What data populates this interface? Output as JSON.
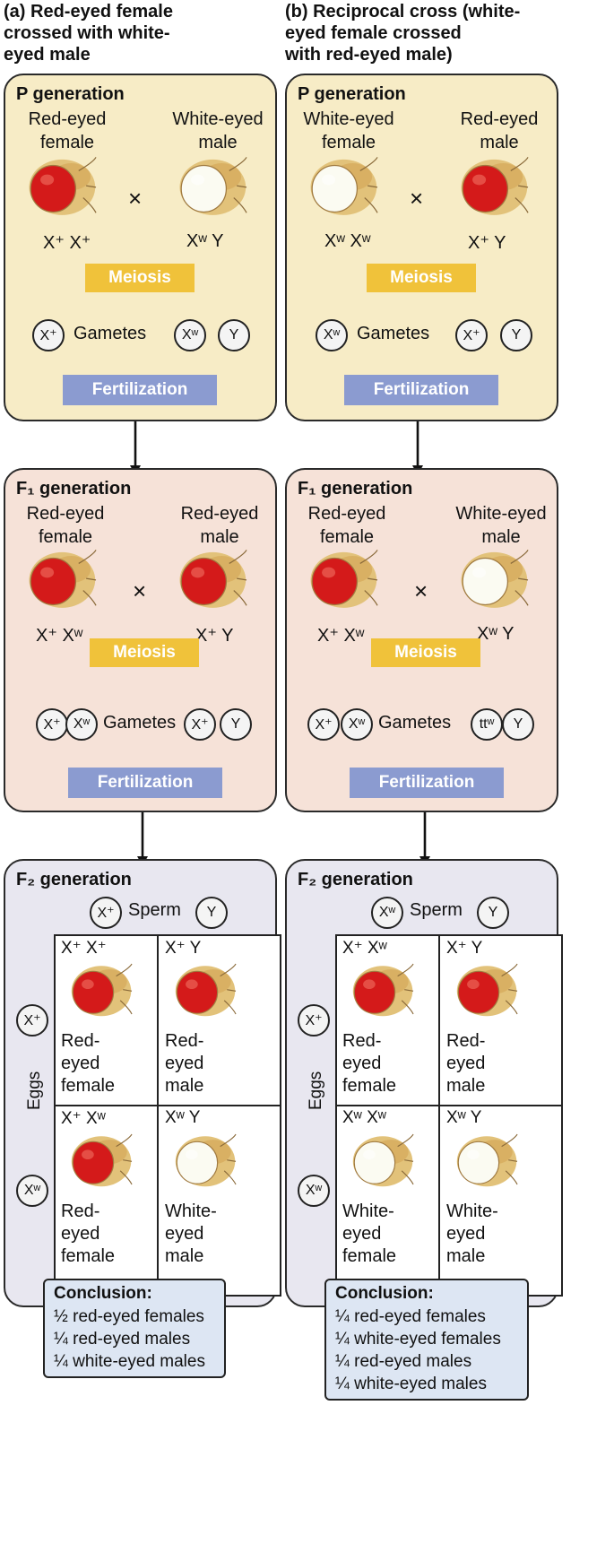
{
  "columns": [
    {
      "id": "a",
      "heading": [
        "(a)  Red-eyed female",
        "crossed with white-",
        "eyed male"
      ],
      "p": {
        "title": "P generation",
        "left_label": [
          "Red-eyed",
          "female"
        ],
        "right_label": [
          "White-eyed",
          "male"
        ],
        "left_eye": "red",
        "right_eye": "white",
        "cross": "×",
        "left_genotype": "X⁺ X⁺",
        "right_genotype": "Xʷ Y",
        "meiosis": "Meiosis",
        "gametes_label": "Gametes",
        "gametes": [
          "X⁺",
          "Xʷ",
          "Y"
        ],
        "fertilization": "Fertilization"
      },
      "f1": {
        "title": "F₁ generation",
        "left_label": [
          "Red-eyed",
          "female"
        ],
        "right_label": [
          "Red-eyed",
          "male"
        ],
        "left_eye": "red",
        "right_eye": "red",
        "cross": "×",
        "left_genotype": "X⁺ Xʷ",
        "right_genotype": "X⁺ Y",
        "meiosis": "Meiosis",
        "gametes_label": "Gametes",
        "gametes": [
          "X⁺",
          "Xʷ",
          "X⁺",
          "Y"
        ],
        "fertilization": "Fertilization"
      },
      "f2": {
        "title": "F₂ generation",
        "sperm_label": "Sperm",
        "sperm": [
          "X⁺",
          "Y"
        ],
        "eggs_label": "Eggs",
        "eggs": [
          "X⁺",
          "Xʷ"
        ],
        "cells": [
          {
            "genotype": "X⁺ X⁺",
            "eye": "red",
            "text": [
              "Red-",
              "eyed",
              "female"
            ]
          },
          {
            "genotype": "X⁺ Y",
            "eye": "red",
            "text": [
              "Red-",
              "eyed",
              "male"
            ]
          },
          {
            "genotype": "X⁺ Xʷ",
            "eye": "red",
            "text": [
              "Red-",
              "eyed",
              "female"
            ]
          },
          {
            "genotype": "Xʷ Y",
            "eye": "white",
            "text": [
              "White-",
              "eyed",
              "male"
            ]
          }
        ],
        "conclusion_title": "Conclusion:",
        "conclusion": [
          "½ red-eyed females",
          "¼ red-eyed males",
          "¼ white-eyed males"
        ]
      }
    },
    {
      "id": "b",
      "heading": [
        "(b)  Reciprocal cross (white-",
        "eyed female crossed",
        "with red-eyed male)"
      ],
      "p": {
        "title": "P generation",
        "left_label": [
          "White-eyed",
          "female"
        ],
        "right_label": [
          "Red-eyed",
          "male"
        ],
        "left_eye": "white",
        "right_eye": "red",
        "cross": "×",
        "left_genotype": "Xʷ Xʷ",
        "right_genotype": "X⁺ Y",
        "meiosis": "Meiosis",
        "gametes_label": "Gametes",
        "gametes": [
          "Xʷ",
          "X⁺",
          "Y"
        ],
        "fertilization": "Fertilization"
      },
      "f1": {
        "title": "F₁ generation",
        "left_label": [
          "Red-eyed",
          "female"
        ],
        "right_label": [
          "White-eyed",
          "male"
        ],
        "left_eye": "red",
        "right_eye": "white",
        "cross": "×",
        "left_genotype": "X⁺ Xʷ",
        "right_genotype": "Xʷ Y",
        "meiosis": "Meiosis",
        "gametes_label": "Gametes",
        "gametes": [
          "X⁺",
          "Xʷ",
          "ttʷ",
          "Y"
        ],
        "fertilization": "Fertilization"
      },
      "f2": {
        "title": "F₂ generation",
        "sperm_label": "Sperm",
        "sperm": [
          "Xʷ",
          "Y"
        ],
        "eggs_label": "Eggs",
        "eggs": [
          "X⁺",
          "Xʷ"
        ],
        "cells": [
          {
            "genotype": "X⁺ Xʷ",
            "eye": "red",
            "text": [
              "Red-",
              "eyed",
              "female"
            ]
          },
          {
            "genotype": "X⁺ Y",
            "eye": "red",
            "text": [
              "Red-",
              "eyed",
              "male"
            ]
          },
          {
            "genotype": "Xʷ Xʷ",
            "eye": "white",
            "text": [
              "White-",
              "eyed",
              "female"
            ]
          },
          {
            "genotype": "Xʷ Y",
            "eye": "white",
            "text": [
              "White-",
              "eyed",
              "male"
            ]
          }
        ],
        "conclusion_title": "Conclusion:",
        "conclusion": [
          "¼ red-eyed females",
          "¼ white-eyed females",
          "¼ red-eyed males",
          "¼ white-eyed males"
        ]
      }
    }
  ],
  "colors": {
    "p_panel": "#f7ecc6",
    "f1_panel": "#f6e2d8",
    "f2_panel": "#e8e7f0",
    "meiosis": "#f0c23a",
    "fertilization": "#8b9bd0",
    "conclusion": "#dde6f3",
    "red_eye": "#d41a1a",
    "white_eye": "#fbfbf2"
  }
}
